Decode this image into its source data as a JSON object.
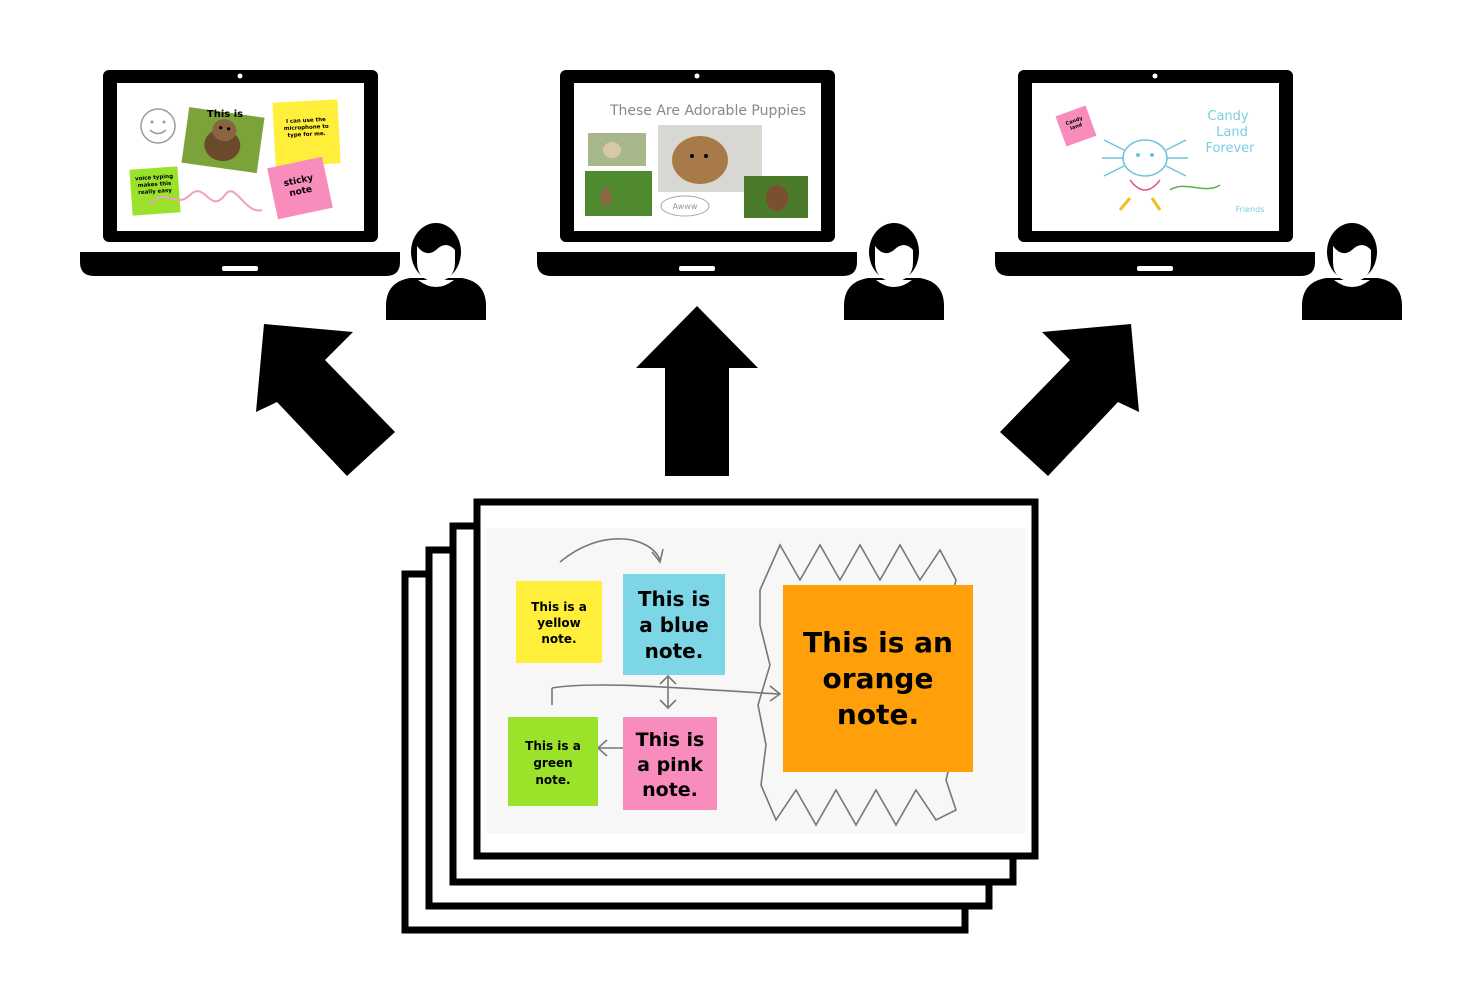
{
  "colors": {
    "ink": "#000000",
    "yellow": "#ffee3a",
    "blue": "#7dd6e6",
    "green": "#9be22b",
    "pink": "#f78cbd",
    "orange": "#ff9f0a",
    "board_bg": "#f7f7f7"
  },
  "laptops": [
    {
      "screen": {
        "notes": [
          {
            "label": "This is"
          },
          {
            "label": "I can use the microphone to type for me."
          },
          {
            "label": "voice typing makes this really easy"
          },
          {
            "label": "sticky note"
          }
        ],
        "icon": "smiley-doodle-icon"
      },
      "user_icon": "person-icon"
    },
    {
      "screen": {
        "title": "These Are Adorable Puppies",
        "doodle": "Awww",
        "icon": "puppy-photo-icon"
      },
      "user_icon": "person-icon"
    },
    {
      "screen": {
        "notes": [
          {
            "label": "Candy land"
          }
        ],
        "doodle_lines": [
          "Candy",
          "Land",
          "Forever",
          "Friends"
        ],
        "icon": "axolotl-drawing-icon"
      },
      "user_icon": "person-icon"
    }
  ],
  "arrows": [
    "arrow-up-left-icon",
    "arrow-up-icon",
    "arrow-up-right-icon"
  ],
  "whiteboard": {
    "notes": {
      "yellow": [
        "This is a",
        "yellow",
        "note."
      ],
      "blue": [
        "This is",
        "a blue",
        "note."
      ],
      "green": [
        "This is a",
        "green",
        "note."
      ],
      "pink": [
        "This is",
        "a pink",
        "note."
      ],
      "orange": [
        "This is an",
        "orange",
        "note."
      ]
    }
  }
}
